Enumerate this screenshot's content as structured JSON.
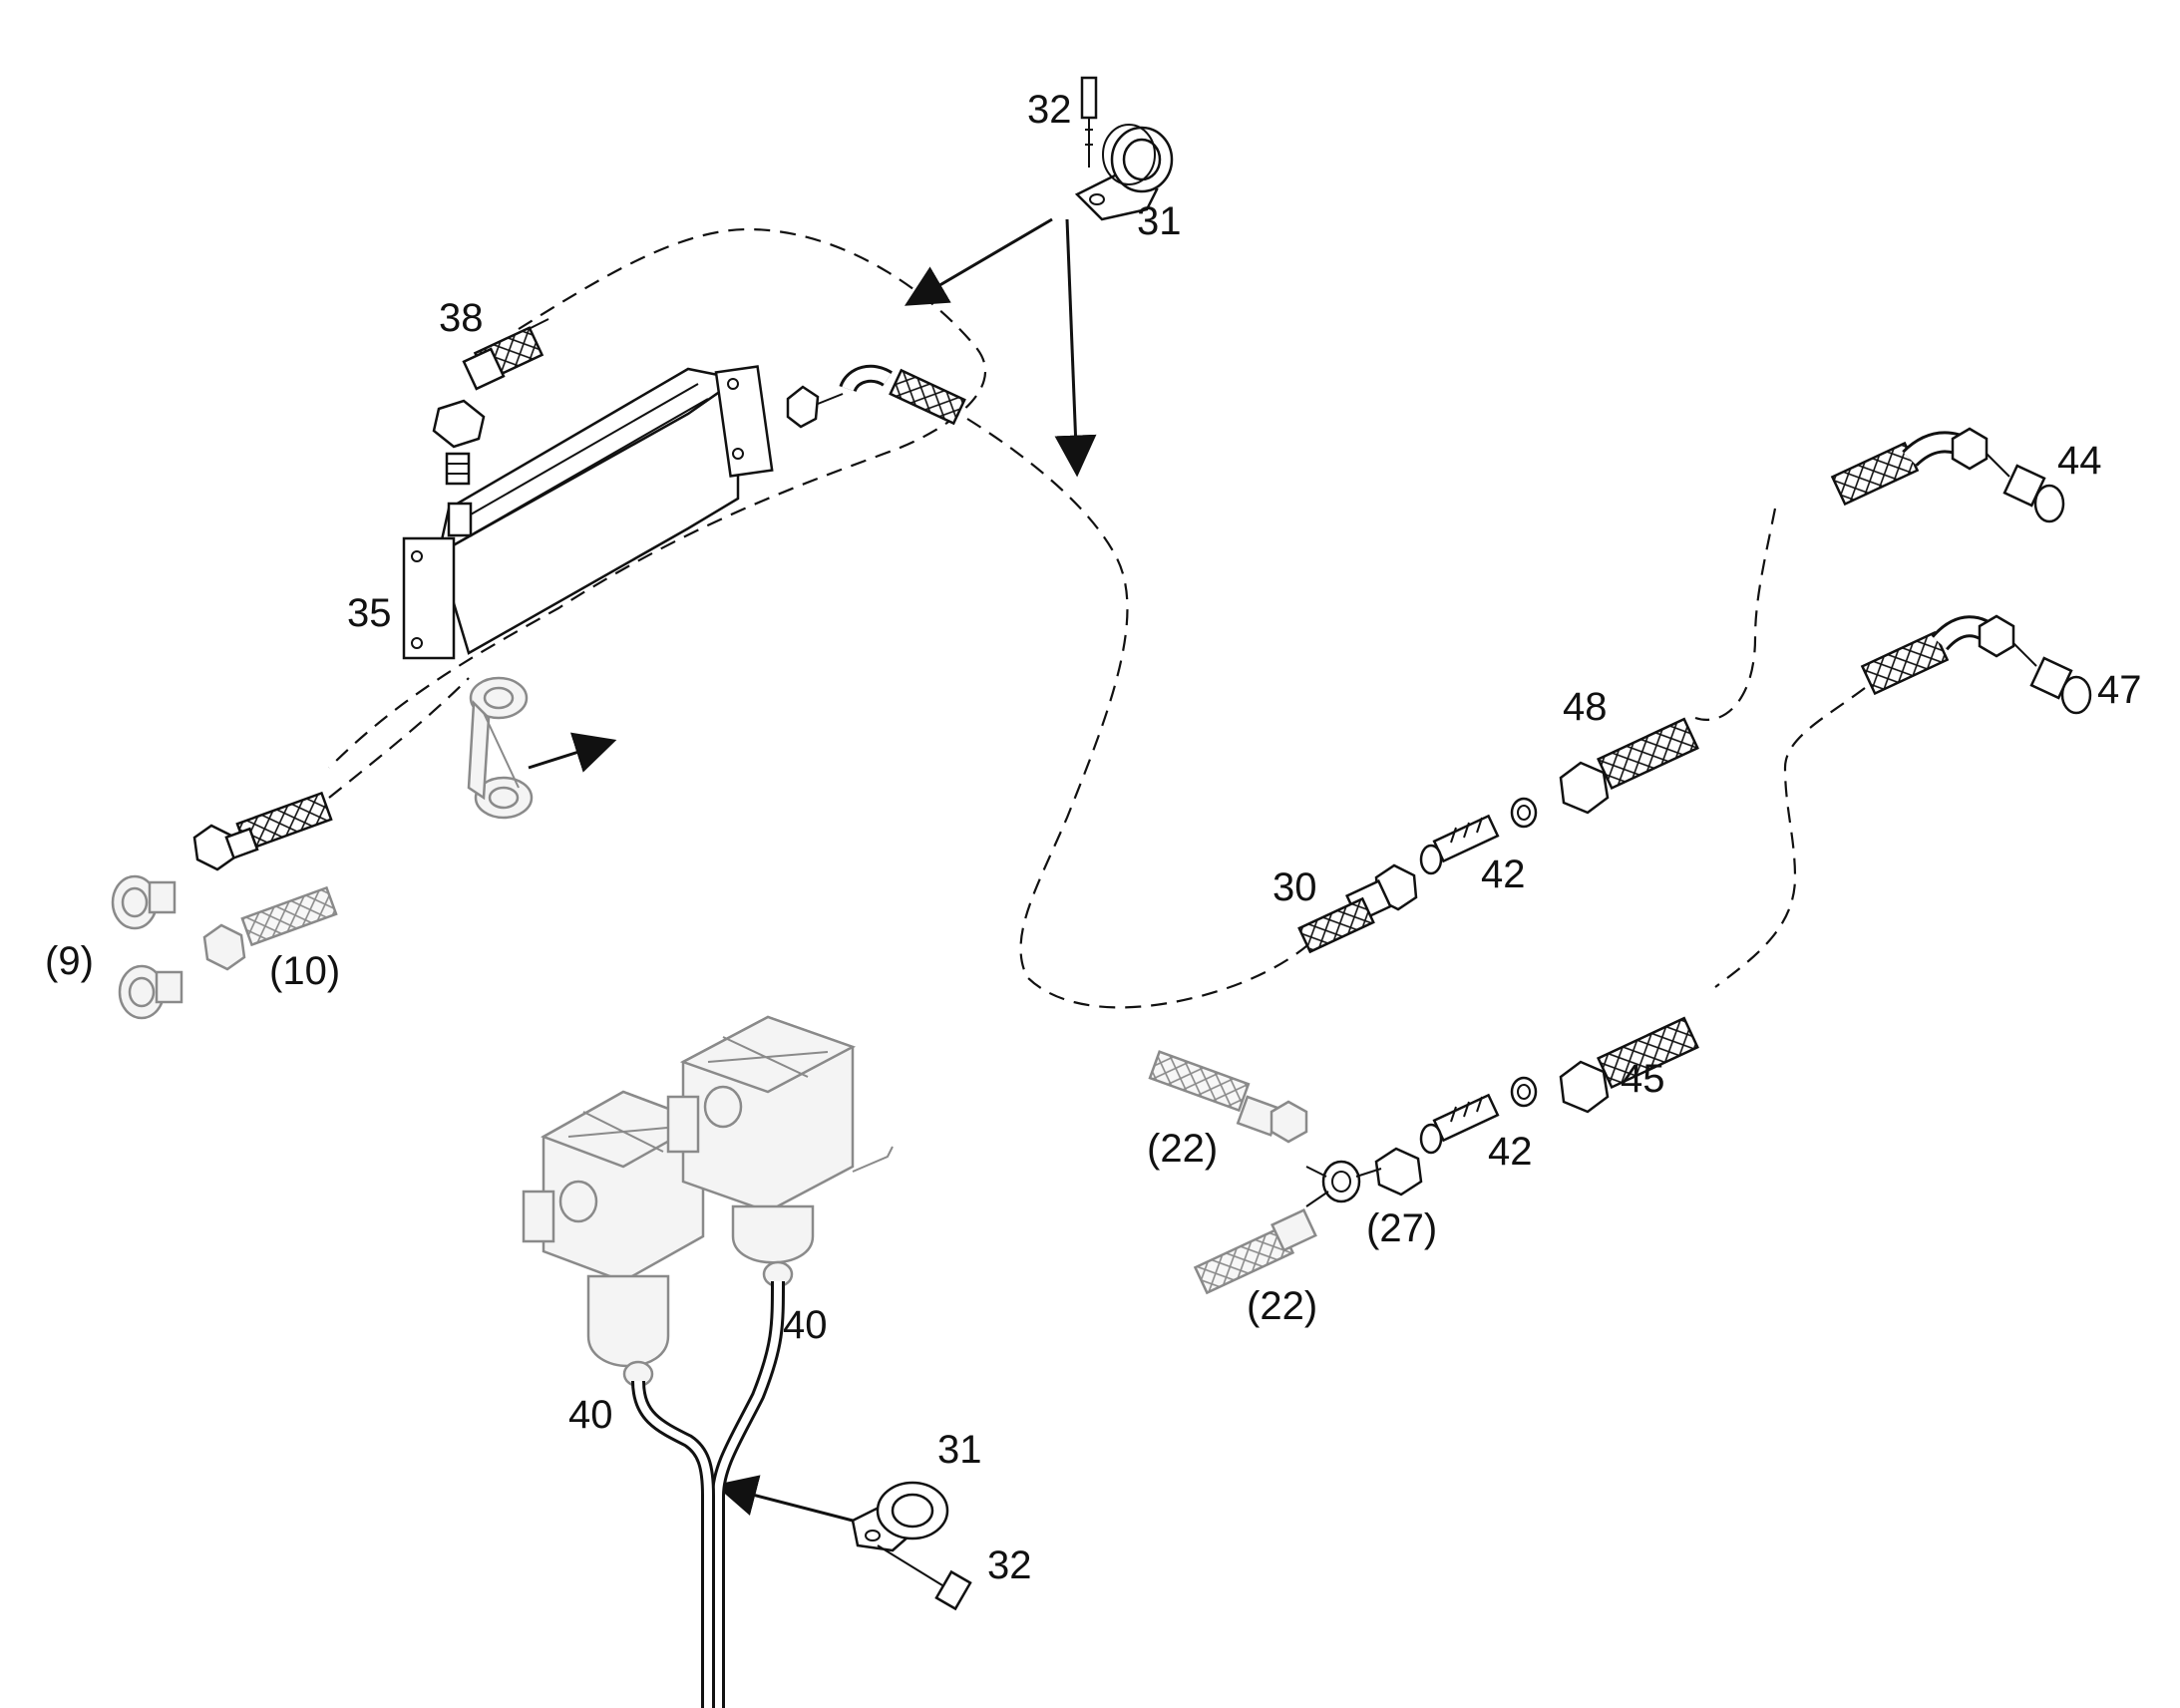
{
  "callouts": {
    "c32_top": "32",
    "c31_top": "31",
    "c38": "38",
    "c35": "35",
    "c9": "(9)",
    "c10": "(10)",
    "c44": "44",
    "c47": "47",
    "c48": "48",
    "c30": "30",
    "c42_upper": "42",
    "c22_upper": "(22)",
    "c45": "45",
    "c42_lower": "42",
    "c27": "(27)",
    "c22_lower": "(22)",
    "c40_right": "40",
    "c40_left": "40",
    "c31_bottom": "31",
    "c32_bottom": "32"
  }
}
